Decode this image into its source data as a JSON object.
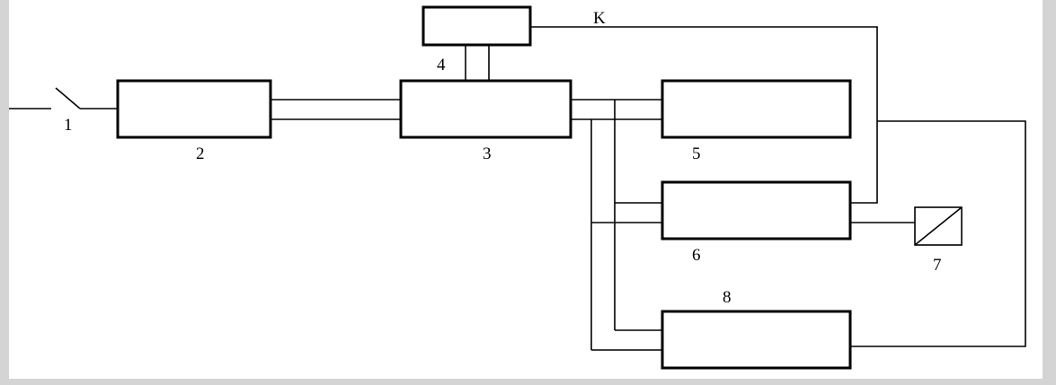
{
  "diagram": {
    "labels": {
      "switch": "1",
      "block2": "2",
      "block3": "3",
      "block4": "4",
      "block5": "5",
      "block6": "6",
      "indicator7": "7",
      "block8": "8",
      "feedback": "K"
    },
    "colors": {
      "background": "#d4d4d4",
      "canvas": "#ffffff",
      "stroke": "#000000"
    }
  }
}
